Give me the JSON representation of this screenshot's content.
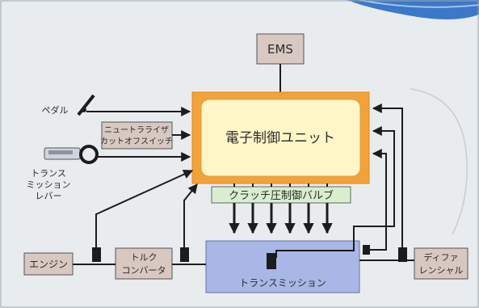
{
  "diagram": {
    "ems": "EMS",
    "ecu": "電子制御ユニット",
    "clutch_valve": "クラッチ圧制御バルブ",
    "pedal": "ペダル",
    "neutralizer": [
      "ニュートラライザ",
      "カットオフスイッチ"
    ],
    "lever": [
      "トランス",
      "ミッション",
      "レバー"
    ],
    "engine": "エンジン",
    "torque_converter": [
      "トルク",
      "コンバータ"
    ],
    "transmission": "トランスミッション",
    "differential": [
      "ディファ",
      "レンシャル"
    ]
  },
  "colors": {
    "background": "#e9ecee",
    "ecu_fill": "#fff6c8",
    "ecu_border": "#f2a23a",
    "box_fill": "#d7c8c1",
    "transmission_fill": "#a9b7e6",
    "valve_fill": "#d8eecf",
    "line": "#1c1c1c"
  }
}
